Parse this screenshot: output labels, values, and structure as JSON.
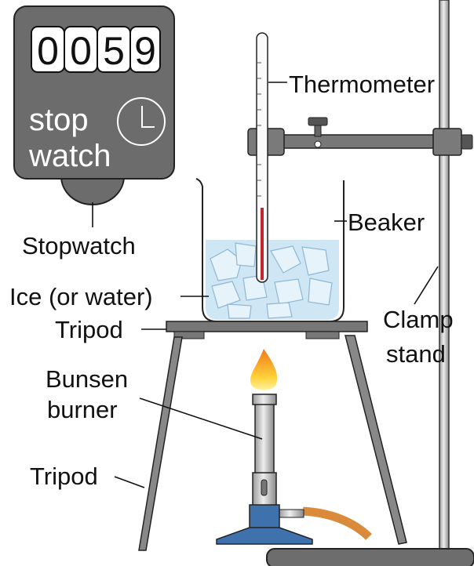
{
  "stopwatch": {
    "display_digits": [
      "0",
      "0",
      "5",
      "9"
    ],
    "line1": "stop",
    "line2": "watch"
  },
  "labels": {
    "stopwatch": "Stopwatch",
    "thermometer": "Thermometer",
    "beaker": "Beaker",
    "ice": "Ice (or water)",
    "tripod_top": "Tripod",
    "bunsen_line1": "Bunsen",
    "bunsen_line2": "burner",
    "tripod_leg": "Tripod",
    "clamp_line1": "Clamp",
    "clamp_line2": "stand"
  },
  "colors": {
    "stopwatch_body": "#6c6c6c",
    "water": "#cfe6f5",
    "burner_base": "#3f72ad",
    "hose": "#d98a3a",
    "thermometer_liquid": "#c0282d"
  }
}
